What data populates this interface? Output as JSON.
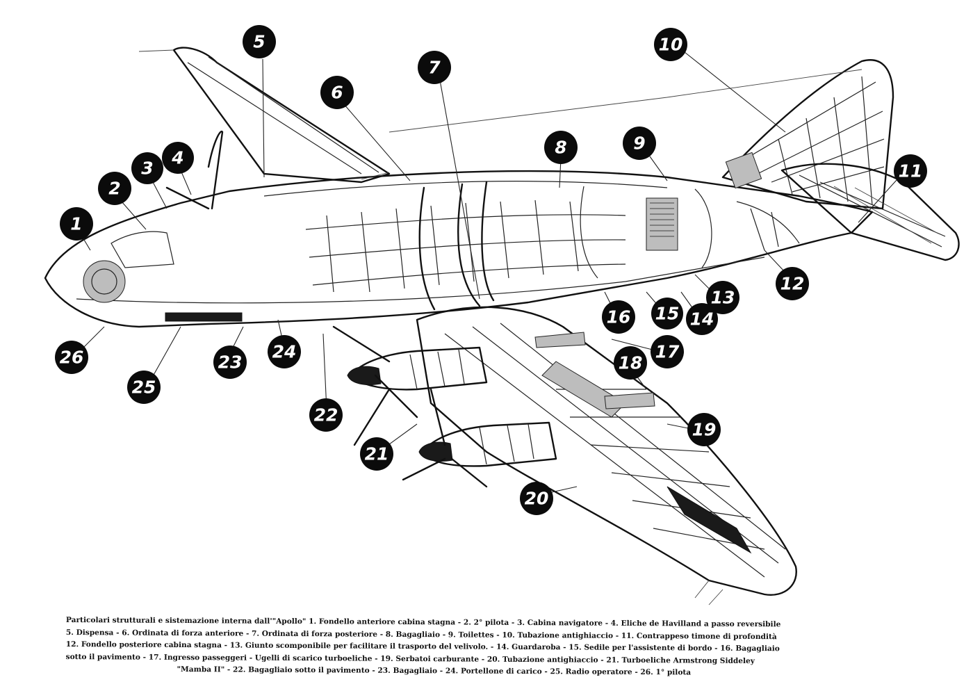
{
  "callouts": [
    "1",
    "2",
    "3",
    "4",
    "5",
    "6",
    "7",
    "8",
    "9",
    "10",
    "11",
    "12",
    "13",
    "14",
    "15",
    "16",
    "17",
    "18",
    "19",
    "20",
    "21",
    "22",
    "23",
    "24",
    "25",
    "26"
  ],
  "caption_lines": [
    "Particolari strutturali e sistemazione interna dall'\"Apollo\" 1. Fondello anteriore cabina stagna - 2. 2° pilota - 3. Cabina navigatore - 4. Eliche de Havilland a passo reversibile",
    "5. Dispensa - 6. Ordinata di forza anteriore - 7. Ordinata di forza posteriore - 8. Bagagliaio - 9. Toilettes - 10. Tubazione antighiaccio - 11. Contrappeso timone di profondità",
    "12. Fondello posteriore cabina stagna - 13. Giunto scomponibile per facilitare il trasporto del velivolo. - 14. Guardaroba - 15. Sedile per l'assistente di bordo - 16. Bagagliaio",
    "sotto il pavimento - 17. Ingresso passeggeri - Ugelli di scarico turboeliche - 19. Serbatoi carburante - 20. Tubazione antighiaccio - 21. Turboeliche Armstrong Siddeley",
    "\"Mamba II\" - 22. Bagagliaio sotto il pavimento - 23. Bagagliaio - 24. Portellone di carico - 25. Radio operatore - 26. 1° pilota"
  ]
}
